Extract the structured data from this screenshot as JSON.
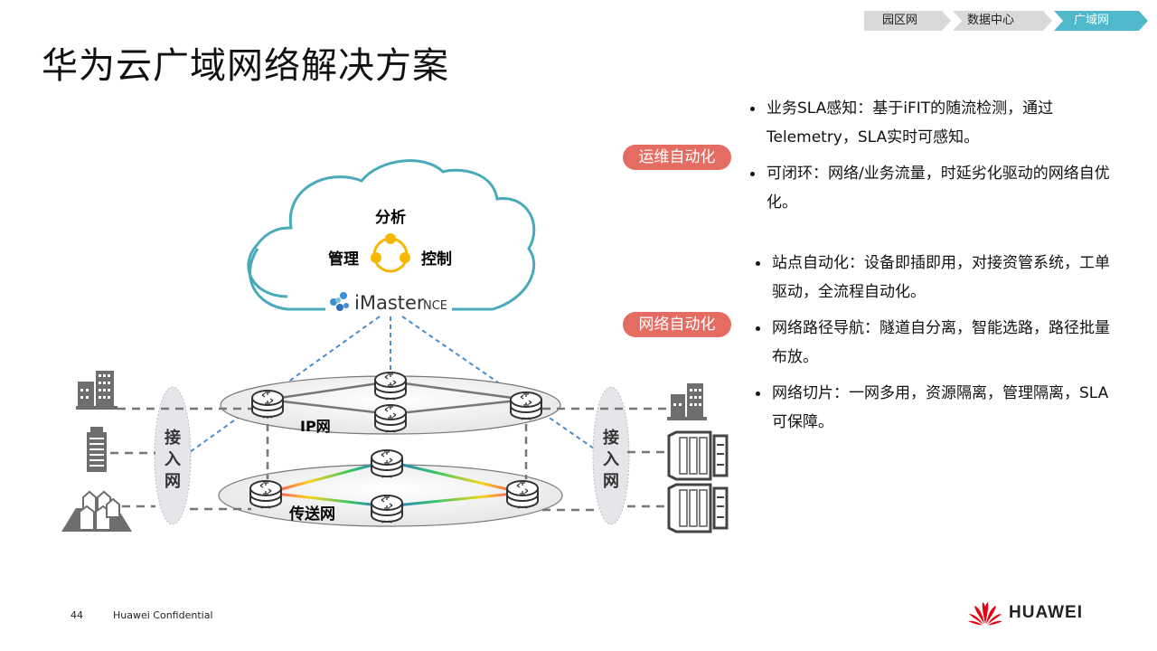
{
  "breadcrumb": [
    {
      "label": "园区网",
      "active": false
    },
    {
      "label": "数据中心",
      "active": false
    },
    {
      "label": "广域网",
      "active": true
    }
  ],
  "page_title": "华为云广域网络解决方案",
  "diagram": {
    "cloud": {
      "analyze": "分析",
      "manage": "管理",
      "control": "控制",
      "product_name": "iMaster",
      "product_suffix": "NCE"
    },
    "ip_network_label": "IP网",
    "transport_network_label": "传送网",
    "access_left_label": [
      "接",
      "入",
      "网"
    ],
    "access_right_label": [
      "接",
      "入",
      "网"
    ],
    "colors": {
      "cloud_outline": "#4aa9bb",
      "cycle": "#f5b800",
      "dashed_link": "#4a8cc9",
      "access_ellipse": "#e4e6ea"
    }
  },
  "sections": [
    {
      "tag": "运维自动化",
      "bullets": [
        "业务SLA感知：基于iFIT的随流检测，通过Telemetry，SLA实时可感知。",
        "可闭环：网络/业务流量，时延劣化驱动的网络自优化。"
      ]
    },
    {
      "tag": "网络自动化",
      "bullets": [
        "站点自动化：设备即插即用，对接资管系统，工单驱动，全流程自动化。",
        "网络路径导航：隧道自分离，智能选路，路径批量布放。",
        "网络切片：一网多用，资源隔离，管理隔离，SLA可保障。"
      ]
    }
  ],
  "footer": {
    "page_number": "44",
    "confidential": "Huawei Confidential",
    "brand": "HUAWEI"
  },
  "accent_colors": {
    "tag_pill": "#e46c63",
    "breadcrumb_active": "#4fb9cb",
    "breadcrumb_inactive": "#d9d9d9",
    "logo_red": "#e60012"
  }
}
